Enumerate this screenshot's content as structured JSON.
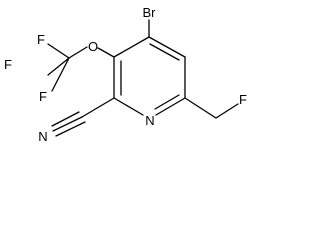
{
  "structure": {
    "atoms": {
      "br": "Br",
      "o": "O",
      "f1": "F",
      "f2": "F",
      "f3": "F",
      "n_ring": "N",
      "n_nitrile": "N",
      "f_ch2f": "F"
    }
  },
  "colors": {
    "ink": "#000000",
    "background": "#ffffff"
  }
}
